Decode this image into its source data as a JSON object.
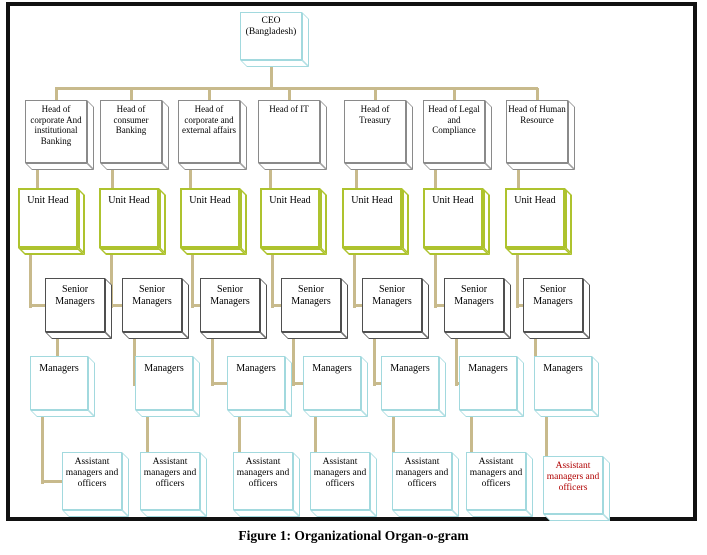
{
  "figure": {
    "caption": "Figure 1: Organizational Organ-o-gram"
  },
  "root": {
    "label": "CEO\n(Bangladesh)"
  },
  "columns": [
    {
      "head": "Head of corporate And institutional Banking",
      "unit_head": "Unit Head",
      "senior": "Senior Managers",
      "managers": "Managers",
      "assistant": "Assistant managers and officers",
      "assistant_color": "#000000"
    },
    {
      "head": "Head of consumer Banking",
      "unit_head": "Unit Head",
      "senior": "Senior Managers",
      "managers": "Managers",
      "assistant": "Assistant managers and officers",
      "assistant_color": "#000000"
    },
    {
      "head": "Head of corporate and external affairs",
      "unit_head": "Unit Head",
      "senior": "Senior Managers",
      "managers": "Managers",
      "assistant": "Assistant managers and officers",
      "assistant_color": "#000000"
    },
    {
      "head": "Head of IT",
      "unit_head": "Unit Head",
      "senior": "Senior Managers",
      "managers": "Managers",
      "assistant": "Assistant managers and officers",
      "assistant_color": "#000000"
    },
    {
      "head": "Head of Treasury",
      "unit_head": "Unit Head",
      "senior": "Senior Managers",
      "managers": "Managers",
      "assistant": "Assistant managers and officers",
      "assistant_color": "#000000"
    },
    {
      "head": "Head of Legal and Compliance",
      "unit_head": "Unit Head",
      "senior": "Senior Managers",
      "managers": "Managers",
      "assistant": "Assistant managers and officers",
      "assistant_color": "#000000"
    },
    {
      "head": "Head of Human Resource",
      "unit_head": "Unit Head",
      "senior": "Senior Managers",
      "managers": "Managers",
      "assistant": "Assistant managers and officers",
      "assistant_color": "#b00000"
    }
  ],
  "colors": {
    "connector": "#c8ba8c",
    "cyan_edge": "#a2d9de",
    "green_edge": "#aec32e",
    "dark_edge": "#4f4f4f",
    "gray_edge": "#8a8a8a",
    "frame": "#111111",
    "text": "#000000"
  }
}
